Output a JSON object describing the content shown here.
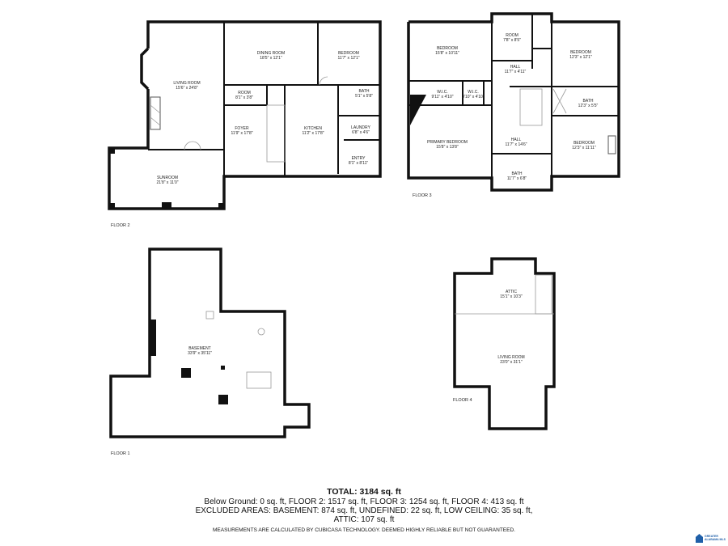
{
  "floors": {
    "floor2": {
      "label": "FLOOR 2",
      "rooms": [
        {
          "name": "LIVING ROOM",
          "dim": "15'6\" x 24'8\""
        },
        {
          "name": "DINING ROOM",
          "dim": "18'5\" x 12'1\""
        },
        {
          "name": "BEDROOM",
          "dim": "11'7\" x 12'1\""
        },
        {
          "name": "ROOM",
          "dim": "8'1\" x 3'8\""
        },
        {
          "name": "FOYER",
          "dim": "11'9\" x 17'8\""
        },
        {
          "name": "KITCHEN",
          "dim": "11'2\" x 17'8\""
        },
        {
          "name": "BATH",
          "dim": "5'1\" x 5'8\""
        },
        {
          "name": "LAUNDRY",
          "dim": "6'8\" x 4'6\""
        },
        {
          "name": "ENTRY",
          "dim": "8'1\" x 8'11\""
        },
        {
          "name": "SUNROOM",
          "dim": "21'8\" x 11'0\""
        }
      ]
    },
    "floor3": {
      "label": "FLOOR 3",
      "rooms": [
        {
          "name": "BEDROOM",
          "dim": "15'8\" x 10'11\""
        },
        {
          "name": "ROOM",
          "dim": "7'8\" x 8'5\""
        },
        {
          "name": "BEDROOM",
          "dim": "12'3\" x 12'1\""
        },
        {
          "name": "HALL",
          "dim": "11'7\" x 4'11\""
        },
        {
          "name": "W.I.C.",
          "dim": "9'11\" x 4'10\""
        },
        {
          "name": "W.I.C.",
          "dim": "3'10\" x 4'10\""
        },
        {
          "name": "BATH",
          "dim": "12'3\" x 5'5\""
        },
        {
          "name": "PRIMARY BEDROOM",
          "dim": "15'8\" x 13'8\""
        },
        {
          "name": "HALL",
          "dim": "11'7\" x 14'6\""
        },
        {
          "name": "BEDROOM",
          "dim": "12'3\" x 11'11\""
        },
        {
          "name": "BATH",
          "dim": "11'7\" x 6'8\""
        }
      ]
    },
    "floor1": {
      "label": "FLOOR 1",
      "rooms": [
        {
          "name": "BASEMENT",
          "dim": "33'9\" x 35'11\""
        }
      ]
    },
    "floor4": {
      "label": "FLOOR 4",
      "rooms": [
        {
          "name": "ATTIC",
          "dim": "15'1\" x 10'3\""
        },
        {
          "name": "LIVING ROOM",
          "dim": "23'0\" x 31'1\""
        }
      ]
    }
  },
  "summary": {
    "total": "TOTAL: 3184 sq. ft",
    "line1": "Below Ground: 0 sq. ft, FLOOR 2: 1517 sq. ft, FLOOR 3: 1254 sq. ft, FLOOR 4: 413 sq. ft",
    "line2": "EXCLUDED AREAS: BASEMENT: 874 sq. ft, UNDEFINED: 22 sq. ft, LOW CEILING: 35 sq. ft,",
    "line3": "ATTIC: 107 sq. ft",
    "disclaimer": "MEASUREMENTS ARE CALCULATED BY CUBICASA TECHNOLOGY. DEEMED HIGHLY RELIABLE BUT NOT GUARANTEED."
  },
  "logo": {
    "text": "GREATER ALABAMA MLS",
    "color": "#1f5fa8"
  }
}
